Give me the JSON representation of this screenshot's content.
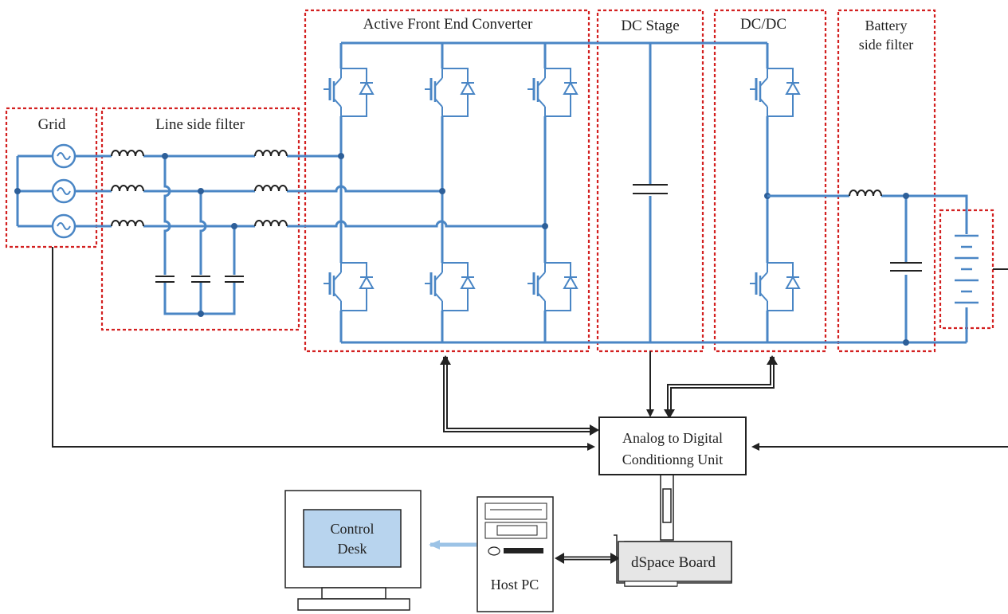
{
  "labels": {
    "grid": "Grid",
    "line_filter": "Line side filter",
    "afe": "Active Front End Converter",
    "dc_stage": "DC Stage",
    "dcdc": "DC/DC",
    "battery_filter_1": "Battery",
    "battery_filter_2": "side filter",
    "adc_1": "Analog to Digital",
    "adc_2": "Conditionng Unit",
    "control_1": "Control",
    "control_2": "Desk",
    "dspace": "dSpace Board",
    "host_pc": "Host PC"
  },
  "colors": {
    "wire": "#4a86c5",
    "node": "#2d5f99",
    "block_border": "#d32020",
    "screen_fill": "#b8d4ee",
    "signal": "#222222"
  }
}
